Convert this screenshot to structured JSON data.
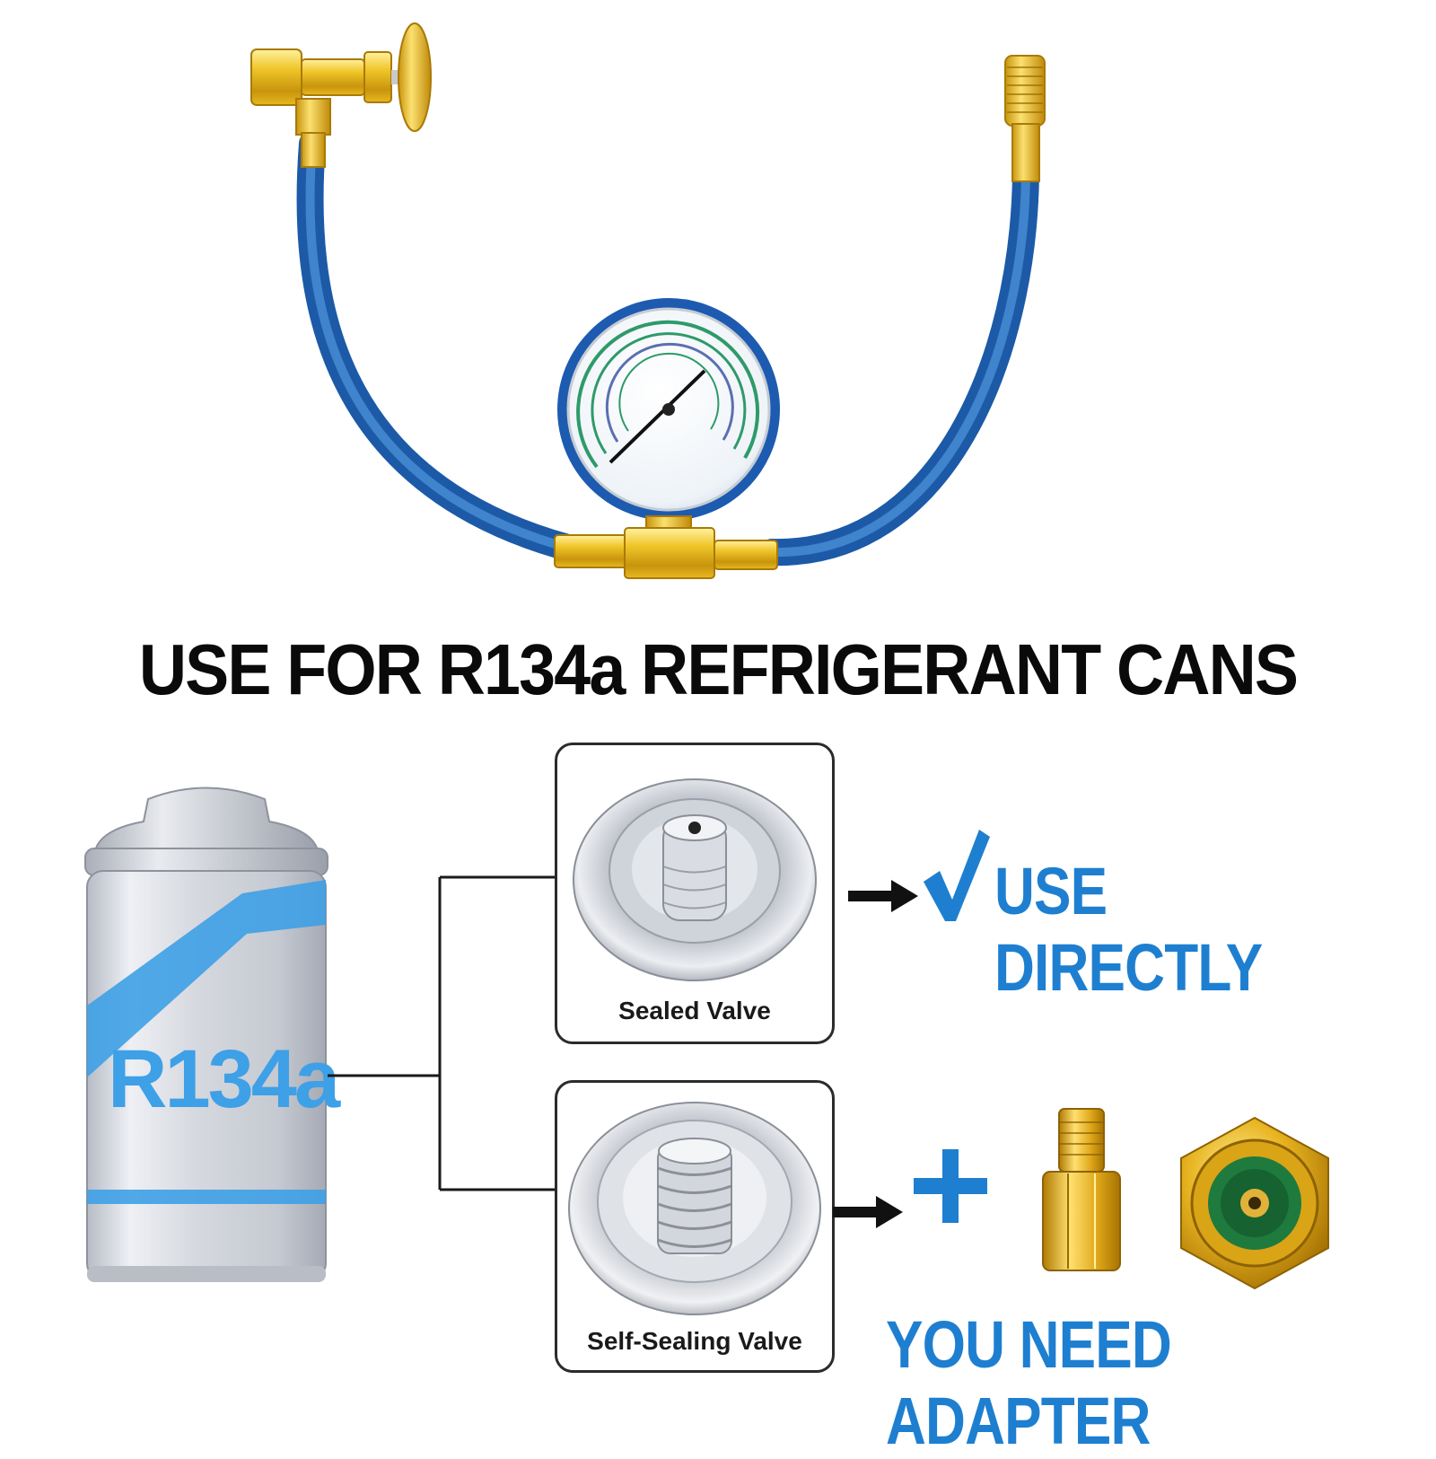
{
  "headline": "USE FOR R134a REFRIGERANT CANS",
  "can": {
    "label": "R134a"
  },
  "options": [
    {
      "valve_label": "Sealed Valve",
      "result_text": "USE DIRECTLY"
    },
    {
      "valve_label": "Self-Sealing Valve",
      "result_text": "YOU NEED ADAPTER"
    }
  ],
  "colors": {
    "accent_blue": "#1e7fd0",
    "hose_blue": "#1f63b5",
    "brass": "#e6b21a",
    "text_dark": "#0a0a0a"
  },
  "icons": [
    "check-icon",
    "arrow-right-icon",
    "plus-icon"
  ]
}
